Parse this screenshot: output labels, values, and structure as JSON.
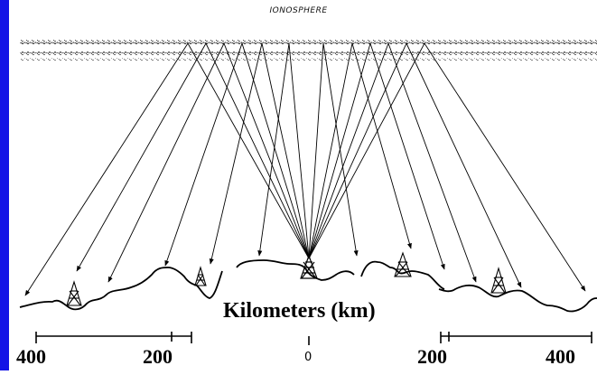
{
  "ionosphere_label": "IONOSPHERE",
  "axis": {
    "title": "Kilometers (km)",
    "left_outer": "400",
    "left_inner": "200",
    "center": "0",
    "right_inner": "200",
    "right_outer": "400"
  },
  "colors": {
    "left_bar": "#1414e6",
    "ink": "#000000"
  }
}
